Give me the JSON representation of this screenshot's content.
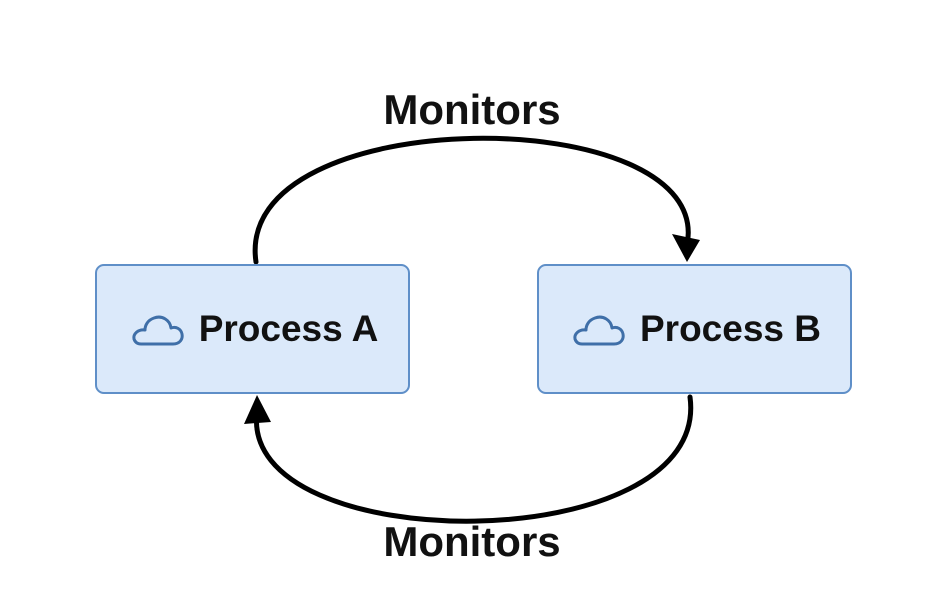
{
  "nodes": [
    {
      "id": "process-a",
      "label": "Process A",
      "icon": "cloud-icon"
    },
    {
      "id": "process-b",
      "label": "Process B",
      "icon": "cloud-icon"
    }
  ],
  "edges": [
    {
      "from": "Process A",
      "to": "Process B",
      "label": "Monitors"
    },
    {
      "from": "Process B",
      "to": "Process A",
      "label": "Monitors"
    }
  ],
  "colors": {
    "node_fill": "#dbe9fa",
    "node_border": "#5f8fc8",
    "icon_stroke": "#3f6fa8",
    "arrow": "#000000",
    "text": "#111111"
  }
}
